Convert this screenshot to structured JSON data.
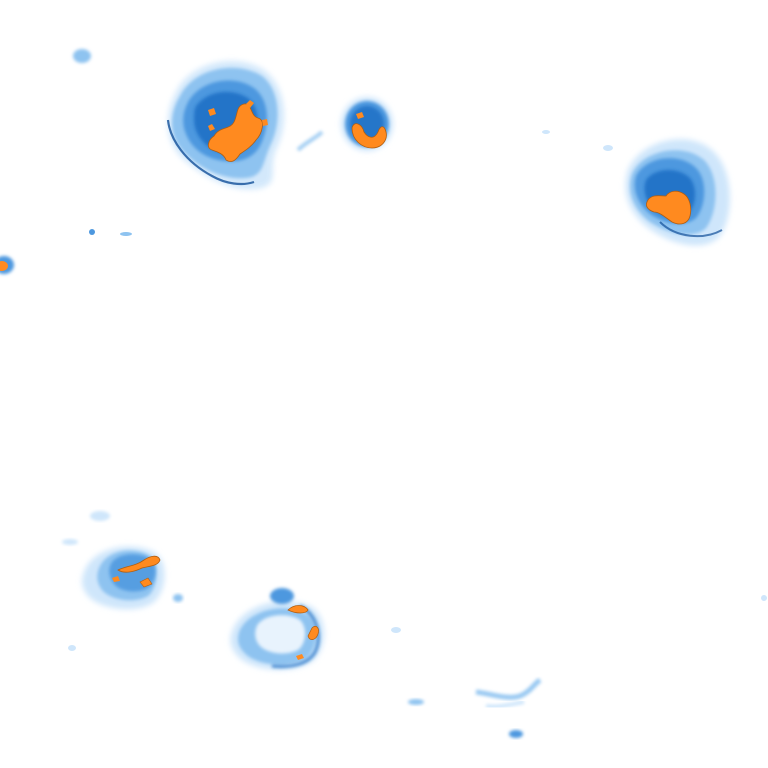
{
  "image": {
    "description_type": "thresholded-heatmap",
    "background": "#ffffff",
    "colors": {
      "faint_blue": "#cfe6fb",
      "light_blue": "#8ec3f0",
      "mid_blue": "#4d98df",
      "deep_blue": "#1f6ec4",
      "dark_edge": "#114f99",
      "orange": "#ff8a1f",
      "orange_edge": "#b15e12"
    },
    "regions": [
      {
        "name": "large-cell-top-left"
      },
      {
        "name": "small-cell-top-center"
      },
      {
        "name": "cell-top-right"
      },
      {
        "name": "edge-blob-left"
      },
      {
        "name": "cell-bottom-left"
      },
      {
        "name": "cell-bottom-center"
      },
      {
        "name": "streak-bottom-right"
      }
    ]
  }
}
